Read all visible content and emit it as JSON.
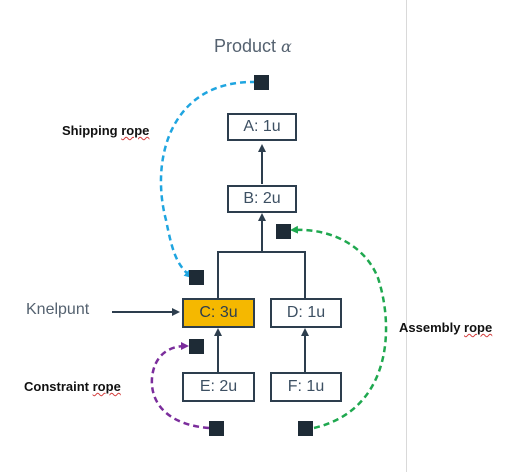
{
  "title": {
    "text": "Product ",
    "symbol": "α"
  },
  "nodes": {
    "a": "A: 1u",
    "b": "B: 2u",
    "c": "C: 3u",
    "d": "D: 1u",
    "e": "E: 2u",
    "f": "F: 1u"
  },
  "labels": {
    "shipping_pre": "Shipping ",
    "shipping_word": "rope",
    "assembly_pre": "Assembly ",
    "assembly_word": "rope",
    "constraint_pre": "Constraint ",
    "constraint_word": "rope",
    "bottleneck": "Knelpunt"
  },
  "colors": {
    "bottleneck_fill": "#f5b800",
    "shipping_rope": "#1fa5e0",
    "assembly_rope": "#1fa84f",
    "constraint_rope": "#7b2d9c",
    "node_border": "#2d3e4e",
    "marker": "#1e2b36"
  }
}
